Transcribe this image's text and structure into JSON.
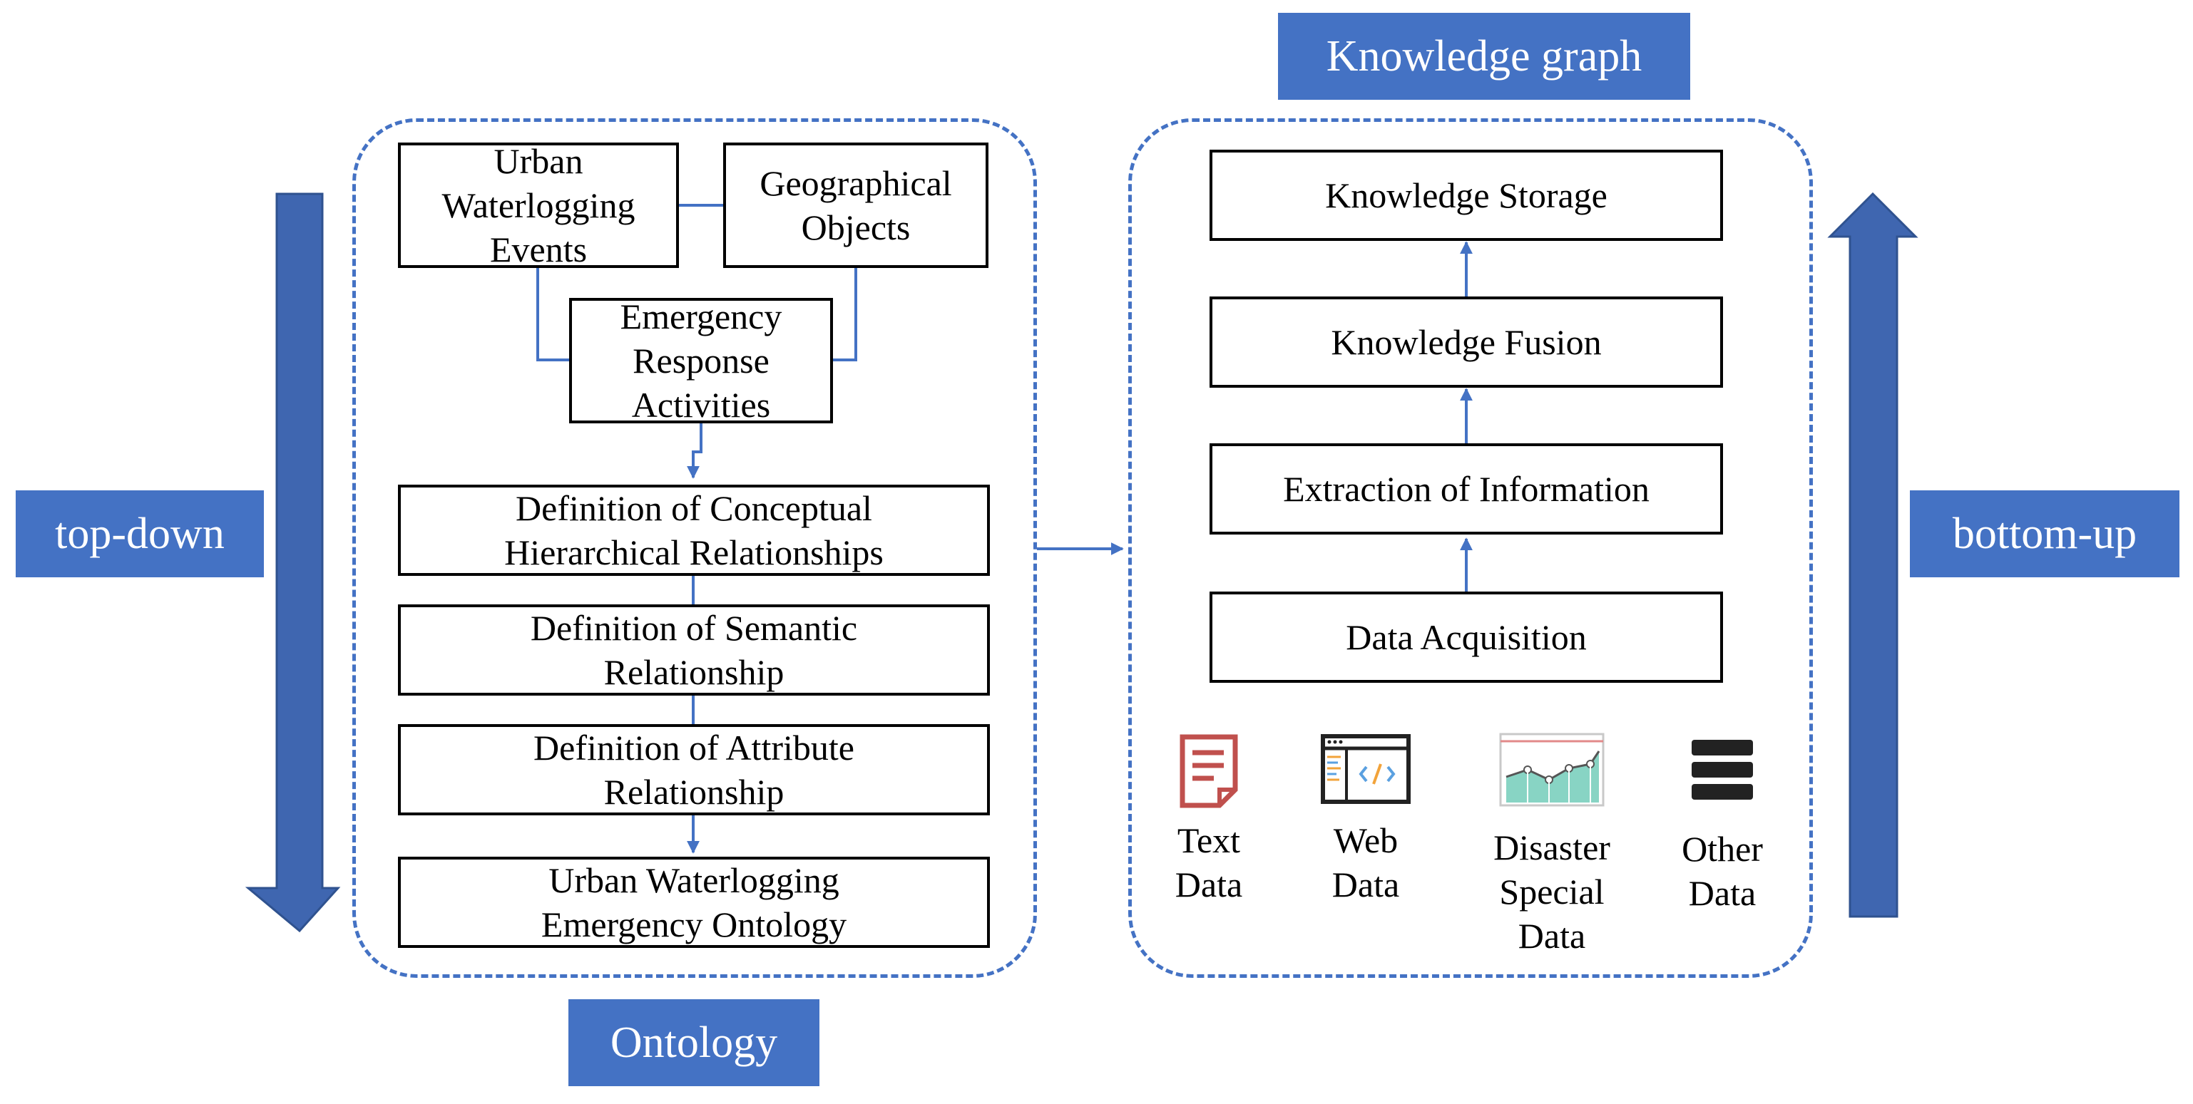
{
  "labels": {
    "knowledge_graph": "Knowledge graph",
    "ontology": "Ontology",
    "top_down": "top-down",
    "bottom_up": "bottom-up"
  },
  "ontology": {
    "urban_events": "Urban\nWaterlogging\nEvents",
    "geo_objects": "Geographical\nObjects",
    "emergency_activities": "Emergency\nResponse\nActivities",
    "def_conceptual": "Definition of Conceptual\nHierarchical Relationships",
    "def_semantic": "Definition of Semantic\nRelationship",
    "def_attribute": "Definition of Attribute\nRelationship",
    "final_ontology": "Urban Waterlogging\nEmergency Ontology"
  },
  "knowledge_graph": {
    "storage": "Knowledge Storage",
    "fusion": "Knowledge Fusion",
    "extraction": "Extraction of Information",
    "acquisition": "Data Acquisition"
  },
  "data_sources": [
    {
      "label": "Text\nData",
      "icon": "document-icon"
    },
    {
      "label": "Web\nData",
      "icon": "code-window-icon"
    },
    {
      "label": "Disaster\nSpecial\nData",
      "icon": "area-chart-icon"
    },
    {
      "label": "Other\nData",
      "icon": "database-icon"
    }
  ],
  "colors": {
    "accent": "#4472c4",
    "arrow_dark": "#3f66b0",
    "text_icon": "#c0504d",
    "chart_fill": "#88d4c4"
  }
}
